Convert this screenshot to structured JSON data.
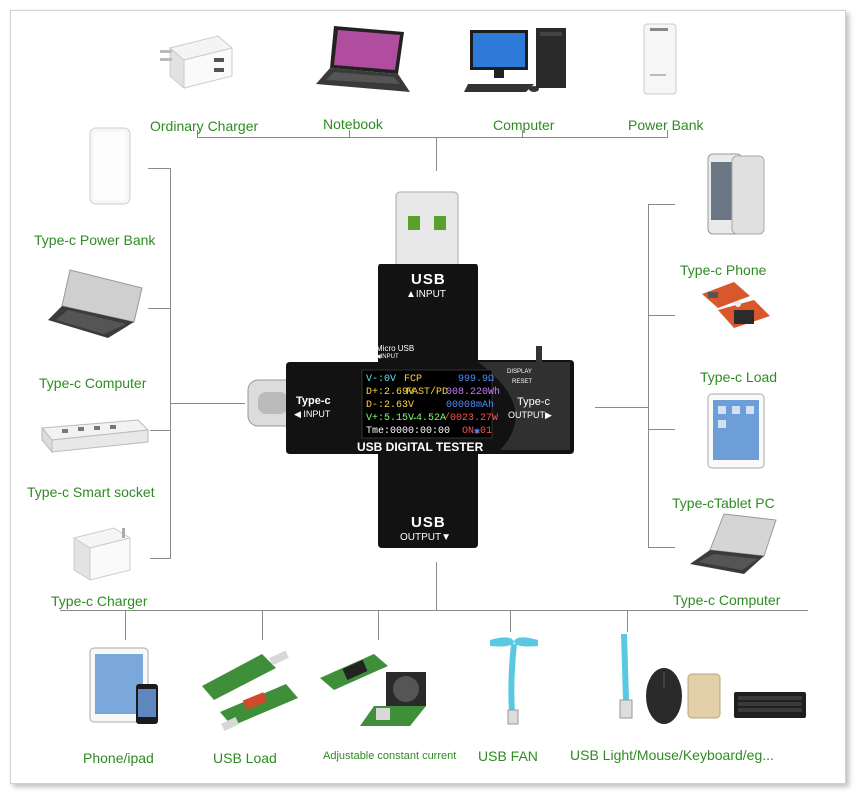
{
  "top": [
    "Ordinary Charger",
    "Notebook",
    "Computer",
    "Power Bank"
  ],
  "left": [
    "Type-c Power Bank",
    "Type-c Computer",
    "Type-c Smart socket",
    "Type-c Charger"
  ],
  "right": [
    "Type-c Phone",
    "Type-c Load",
    "Type-cTablet PC",
    "Type-c Computer"
  ],
  "bottom": [
    "Phone/ipad",
    "USB Load",
    "Adjustable constant current",
    "USB FAN",
    "USB Light/Mouse/Keyboard/eg..."
  ],
  "tester": {
    "usb_top": "USB",
    "usb_top_sub": "▲INPUT",
    "micro": "Micro USB",
    "micro_sub": "◀INPUT",
    "typec_left": "Type-c",
    "typec_left_sub": "◀ INPUT",
    "typec_right": "Type-c",
    "typec_right_sub": "OUTPUT▶",
    "display": "DISPLAY",
    "reset": "RESET",
    "usb_bottom": "USB",
    "usb_bottom_sub": "OUTPUT▼",
    "name": "USB DIGITAL TESTER",
    "screen": {
      "r1a": "V-:0V",
      "r1b": "FCP",
      "r1c": "999.9Ω",
      "r2a": "D+:2.69V",
      "r2b": "FAST/PD",
      "r2c": "008.220Wh",
      "r3a": "D-:2.63V",
      "r3c": "00008mAh",
      "r4a": "V+:5.15V",
      "r4b": "→4.52A",
      "r4c": "/0023.27W",
      "r5a": "Tme:0000:00:00",
      "r5c": "ON.01"
    }
  },
  "colors": {
    "label": "#2e8b22",
    "line": "#8a8a8a",
    "body": "#121212"
  }
}
